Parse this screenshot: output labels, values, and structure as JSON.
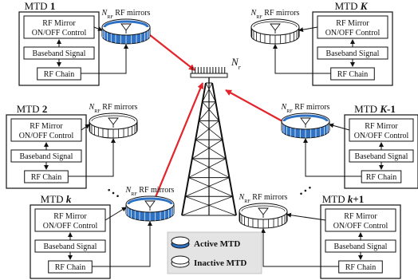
{
  "colors": {
    "active_mirror": "#2f72c4",
    "inactive_mirror": "#ffffff",
    "arrow": "#e3242b",
    "stroke": "#111111"
  },
  "bs": {
    "label": "N",
    "label_sub": "r"
  },
  "common": {
    "mirrors_prefix": "N",
    "mirrors_sub": "RF",
    "mirrors_suffix": " RF mirrors",
    "block_rf_mirror_1": "RF Mirror",
    "block_rf_mirror_2": "ON/OFF Control",
    "block_baseband": "Baseband Signal",
    "block_rf_chain": "RF Chain",
    "ellipsis": "• • •"
  },
  "mtds": [
    {
      "id": "1",
      "prefix": "MTD ",
      "name": "1",
      "italic": false,
      "state": "active"
    },
    {
      "id": "2",
      "prefix": "MTD ",
      "name": "2",
      "italic": false,
      "state": "inactive"
    },
    {
      "id": "k",
      "prefix": "MTD ",
      "name": "k",
      "italic": true,
      "state": "active"
    },
    {
      "id": "K",
      "prefix": "MTD ",
      "name": "K",
      "italic": true,
      "state": "inactive"
    },
    {
      "id": "K-1",
      "prefix": "MTD ",
      "name": "K",
      "italic": true,
      "name_suffix": "-1",
      "state": "active"
    },
    {
      "id": "k+1",
      "prefix": "MTD ",
      "name": "k",
      "italic": true,
      "name_suffix": "+1",
      "state": "inactive"
    }
  ],
  "legend": {
    "active_label": "Active MTD",
    "inactive_label": "Inactive MTD"
  }
}
